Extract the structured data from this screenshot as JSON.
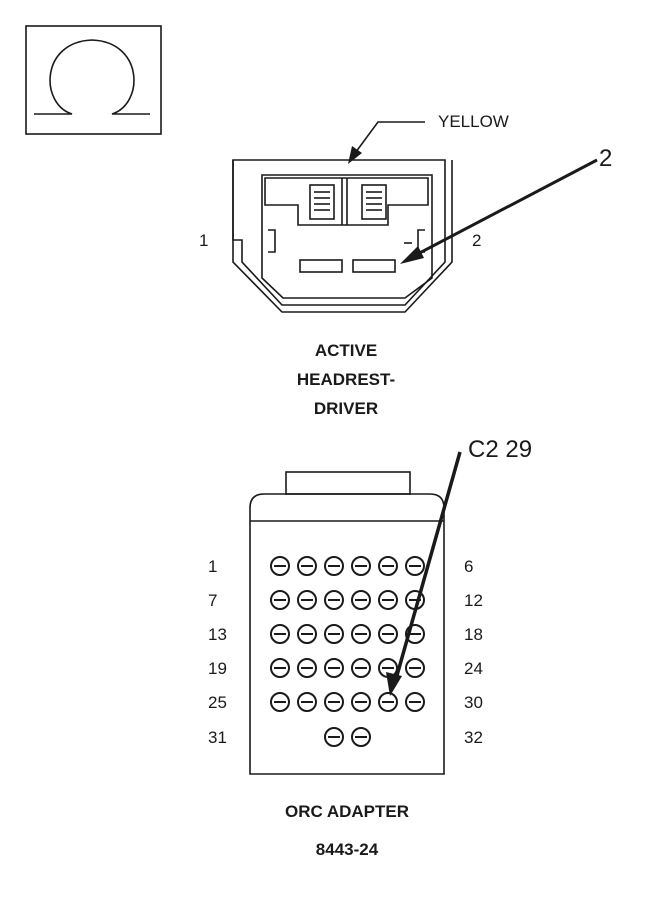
{
  "symbol": {
    "name": "ohm-symbol-icon"
  },
  "connector1": {
    "color_label": "YELLOW",
    "callout": "2",
    "pin_left": "1",
    "pin_right": "2",
    "title_lines": [
      "ACTIVE",
      "HEADREST-",
      "DRIVER"
    ]
  },
  "connector2": {
    "callout": "C2 29",
    "row_labels_left": [
      "1",
      "7",
      "13",
      "19",
      "25",
      "31"
    ],
    "row_labels_right": [
      "6",
      "12",
      "18",
      "24",
      "30",
      "32"
    ],
    "title": "ORC ADAPTER",
    "subtitle": "8443-24"
  }
}
